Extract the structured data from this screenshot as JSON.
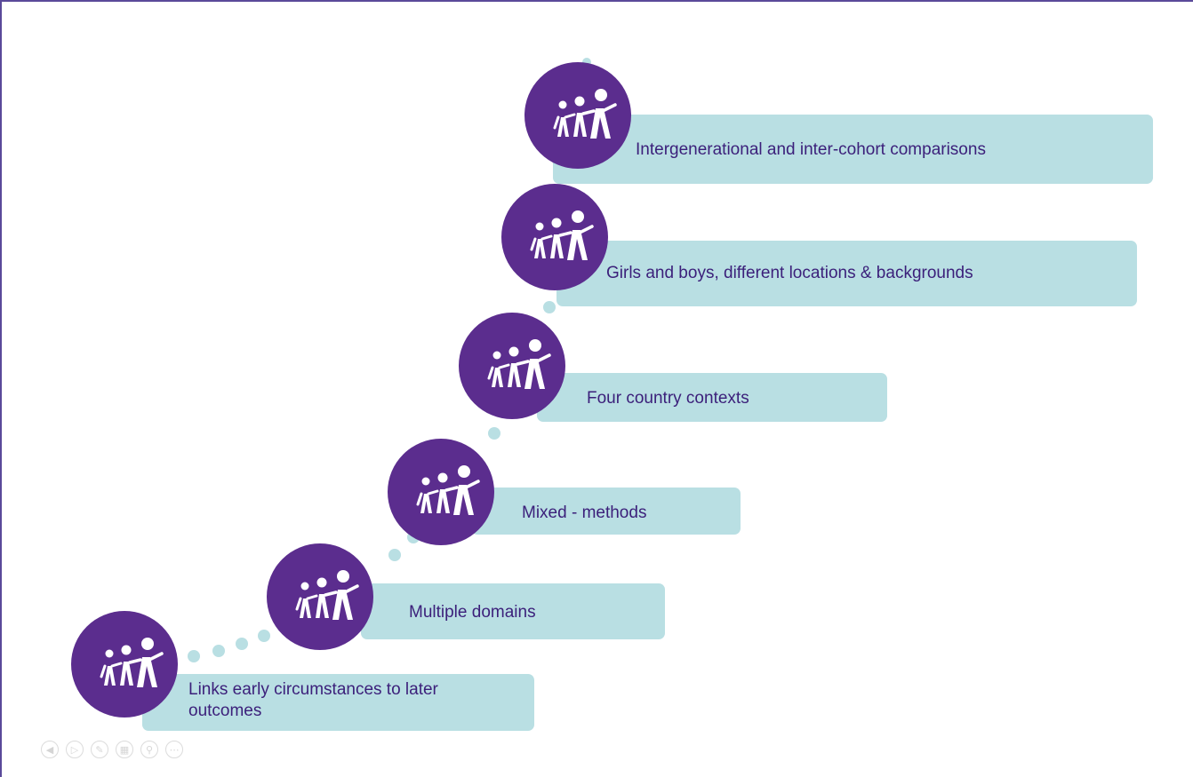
{
  "colors": {
    "circle": "#5b2d8e",
    "box": "#b9dfe3",
    "text": "#3b1f7a",
    "dots": "#b9dfe3",
    "frame": "#5a4a9a"
  },
  "steps": [
    {
      "label": "Links early circumstances to later outcomes",
      "icon": "family-walking-icon"
    },
    {
      "label": "Multiple domains",
      "icon": "family-walking-icon"
    },
    {
      "label": "Mixed - methods",
      "icon": "family-walking-icon"
    },
    {
      "label": "Four country contexts",
      "icon": "family-walking-icon"
    },
    {
      "label": "Girls and boys, different locations & backgrounds",
      "icon": "family-walking-icon"
    },
    {
      "label": "Intergenerational and inter-cohort comparisons",
      "icon": "family-walking-icon"
    }
  ],
  "slideshow_toolbar": {
    "icons": [
      "previous-slide-icon",
      "next-slide-icon",
      "pen-icon",
      "slides-grid-icon",
      "zoom-icon",
      "more-options-icon"
    ],
    "glyphs": [
      "◀",
      "▷",
      "✎",
      "▦",
      "⚲",
      "⋯"
    ]
  }
}
